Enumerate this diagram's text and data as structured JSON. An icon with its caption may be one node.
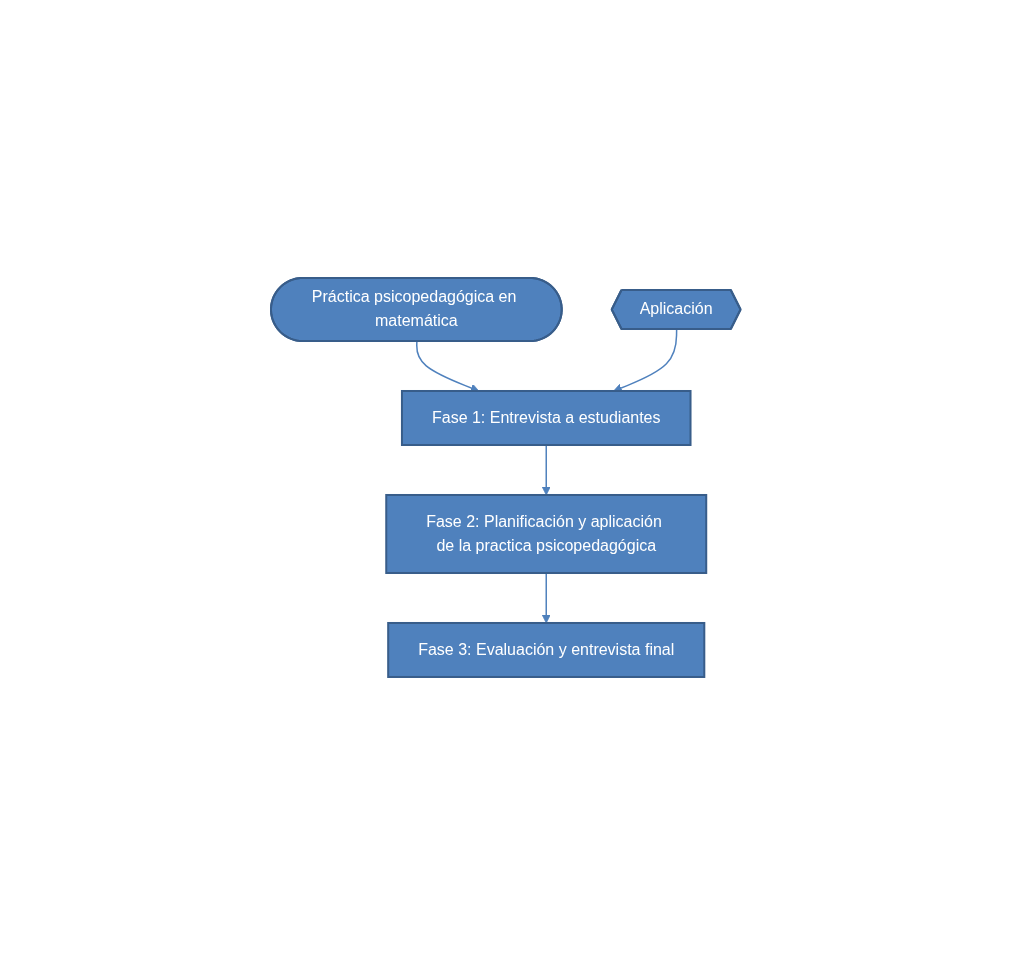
{
  "diagram": {
    "nodes": [
      {
        "text": [
          "Práctica psicopedagógica en matemática"
        ]
      },
      {
        "text": [
          "Aplicación"
        ]
      },
      {
        "text": [
          "Fase 1: Entrevista a estudiantes"
        ]
      },
      {
        "text": [
          "Fase 2: Planificación y aplicación de la practica psicopedagógica"
        ]
      },
      {
        "text": [
          "Fase 3: Evaluación y entrevista final"
        ]
      }
    ],
    "edges": [
      {
        "from": 0,
        "to": 2,
        "arrow": "to"
      },
      {
        "from": 1,
        "to": 2,
        "arrow": "to"
      },
      {
        "from": 2,
        "to": 3,
        "arrow": "to"
      },
      {
        "from": 3,
        "to": 4,
        "arrow": "to"
      }
    ]
  }
}
